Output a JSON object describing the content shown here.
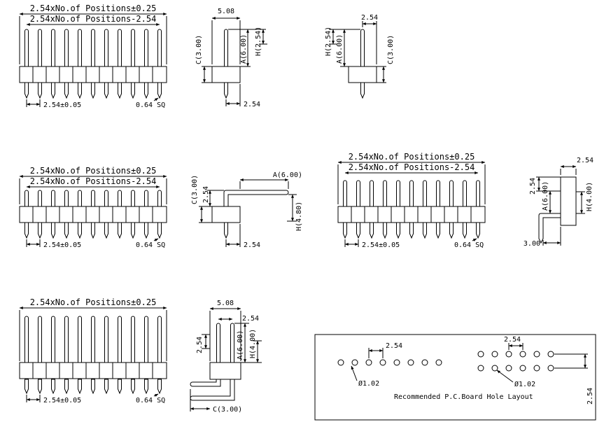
{
  "page": {
    "background": "#ffffff",
    "line_color": "#000000"
  },
  "labels": {
    "positions_tol": "2.54xNo.of Positions±0.25",
    "positions_minus": "2.54xNo.of Positions-2.54",
    "pitch_tol": "2.54±0.05",
    "pin_square": "0.64 SQ",
    "d_508": "5.08",
    "d_254": "2.54",
    "d_300": "3.00",
    "a_600": "A(6.00)",
    "c_300": "C(3.00)",
    "h_254": "H(2.54)",
    "h_480": "H(4.80)",
    "h_400": "H(4.00)",
    "hole_dia": "Ø1.02",
    "pcb_note": "Recommended P.C.Board Hole Layout"
  }
}
